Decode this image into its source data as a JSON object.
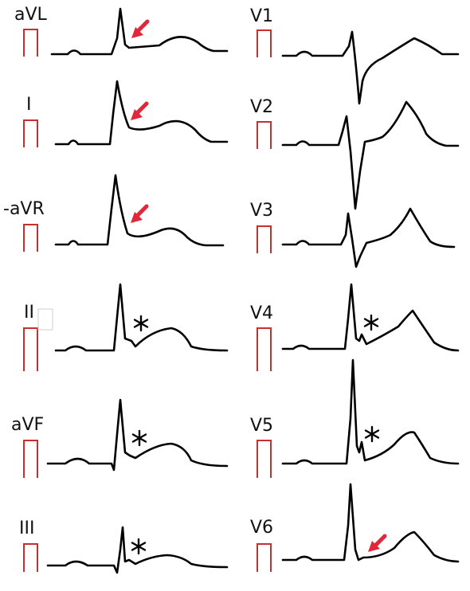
{
  "leads": [
    {
      "id": "aVL",
      "label": "aVL"
    },
    {
      "id": "I",
      "label": "I"
    },
    {
      "id": "maVR",
      "label": "-aVR"
    },
    {
      "id": "II",
      "label": "II"
    },
    {
      "id": "aVF",
      "label": "aVF"
    },
    {
      "id": "III",
      "label": "III"
    },
    {
      "id": "V1",
      "label": "V1"
    },
    {
      "id": "V2",
      "label": "V2"
    },
    {
      "id": "V3",
      "label": "V3"
    },
    {
      "id": "V4",
      "label": "V4"
    },
    {
      "id": "V5",
      "label": "V5"
    },
    {
      "id": "V6",
      "label": "V6"
    }
  ],
  "colors": {
    "trace": "#000000",
    "calibration": "#c8302e",
    "arrow": "#e0283a",
    "asterisk": "#000000"
  },
  "annotation_icons": [
    "red-arrow-icon",
    "asterisk-icon"
  ]
}
